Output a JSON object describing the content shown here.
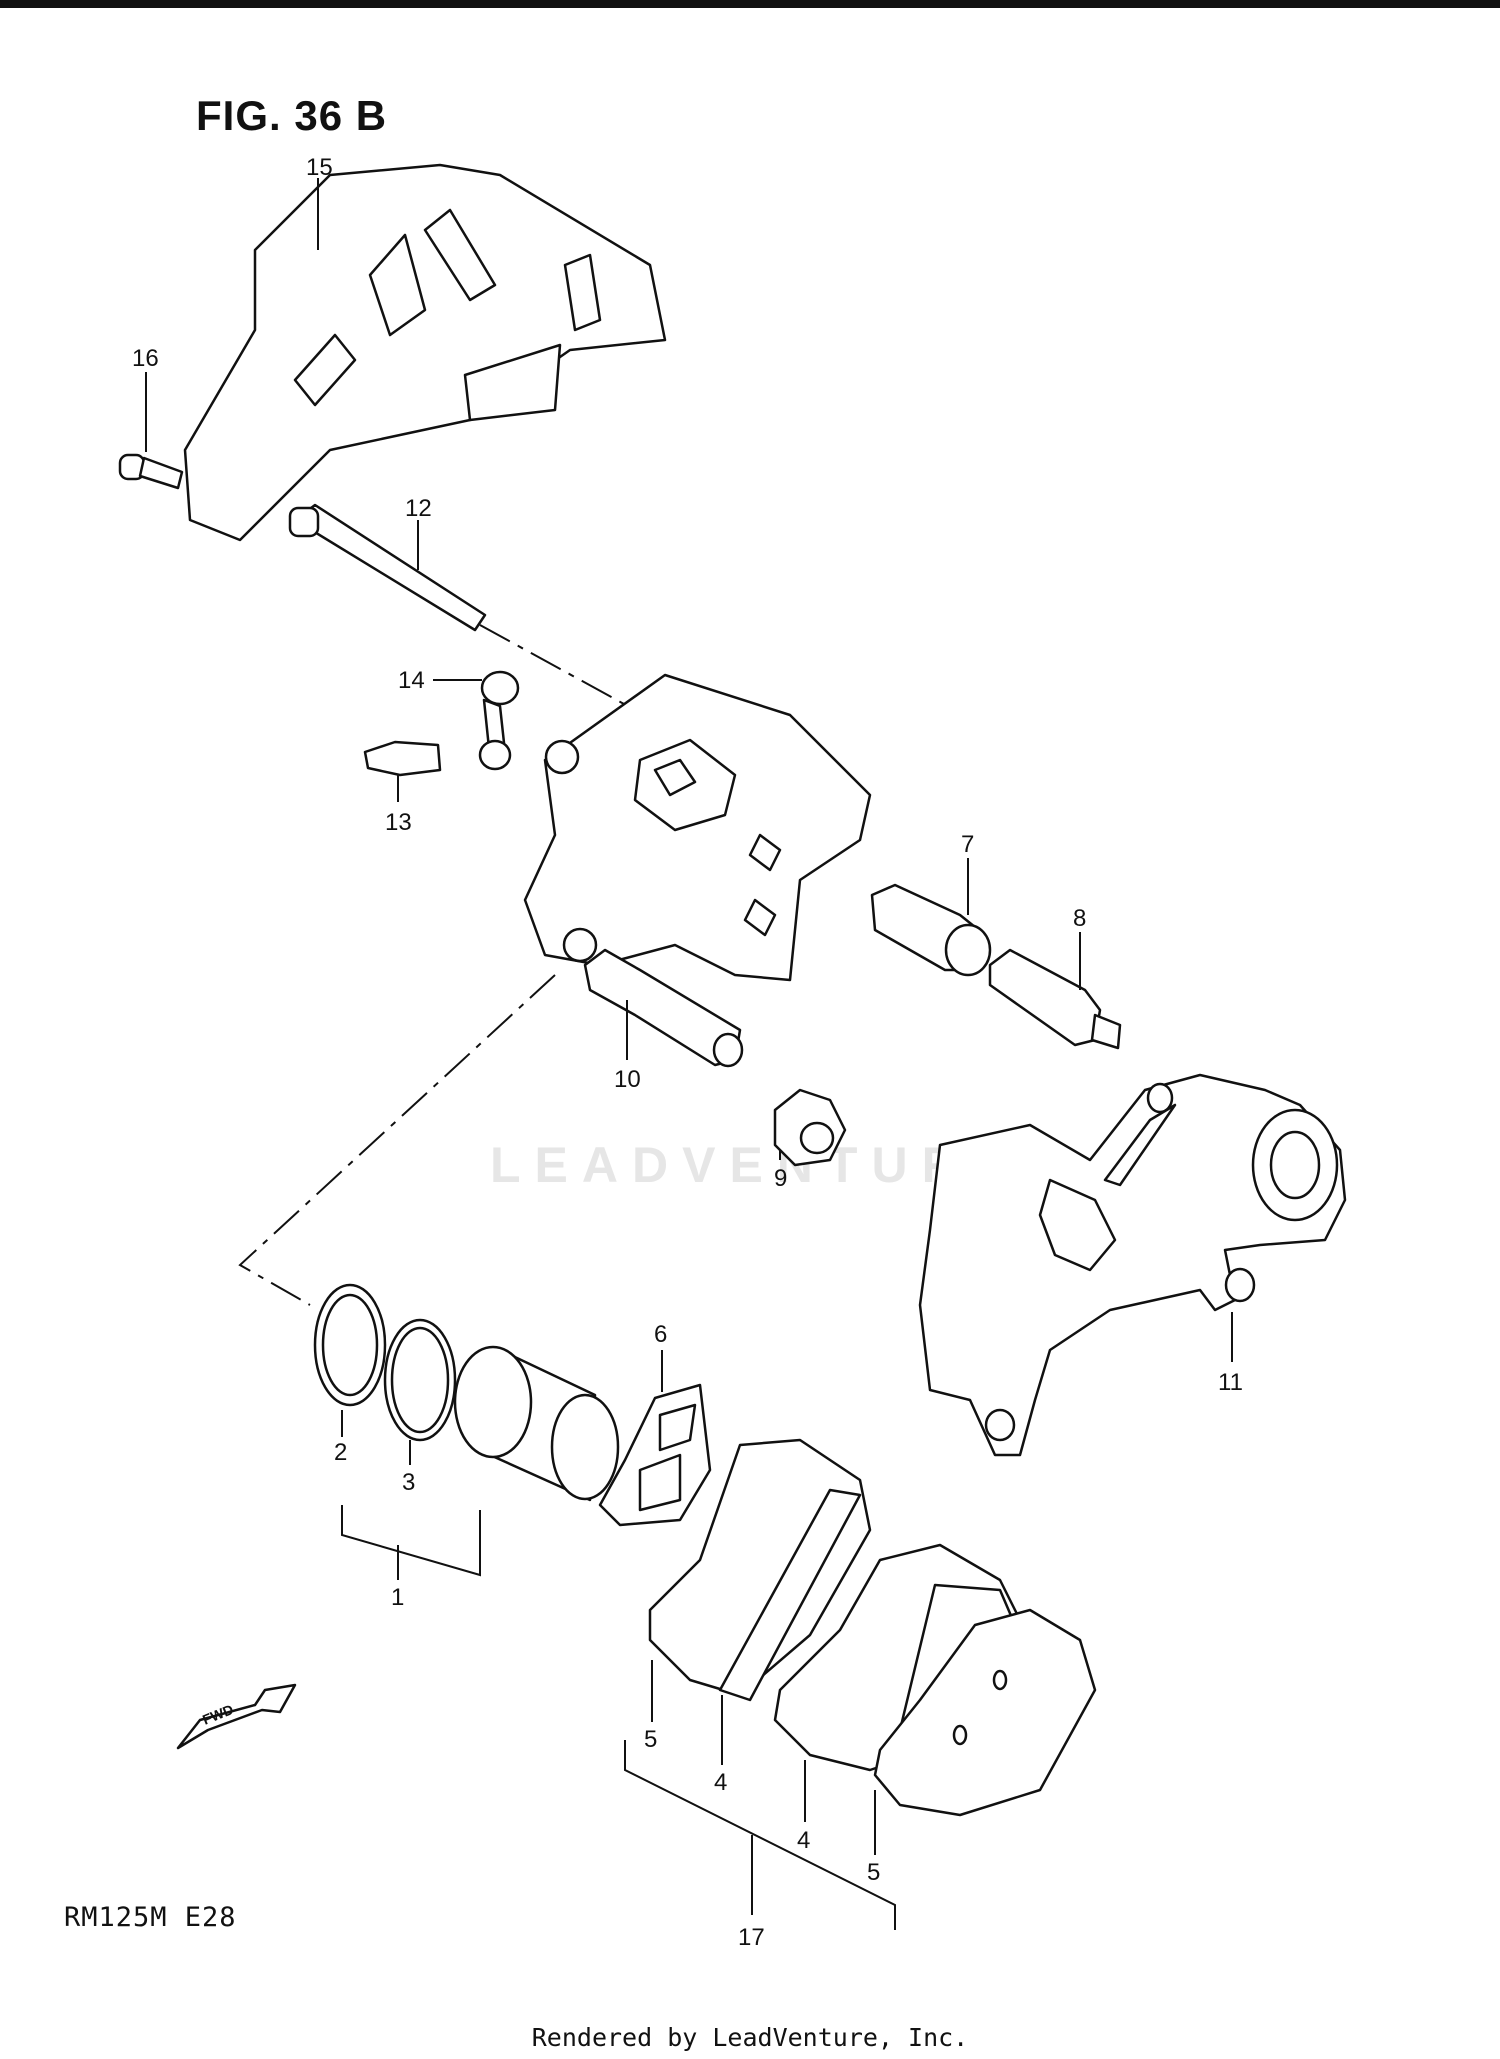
{
  "figure": {
    "title": "FIG. 36 B",
    "model_code": "RM125M  E28",
    "footer": "Rendered by LeadVenture, Inc.",
    "watermark": "LEADVENTURE",
    "forward_marker": "FWD"
  },
  "callouts": [
    "1",
    "2",
    "3",
    "4",
    "4",
    "5",
    "5",
    "6",
    "7",
    "8",
    "9",
    "10",
    "11",
    "12",
    "13",
    "14",
    "15",
    "16",
    "17"
  ],
  "colors": {
    "ink": "#111111",
    "paper": "#ffffff",
    "watermark": "#e6e6e6"
  }
}
